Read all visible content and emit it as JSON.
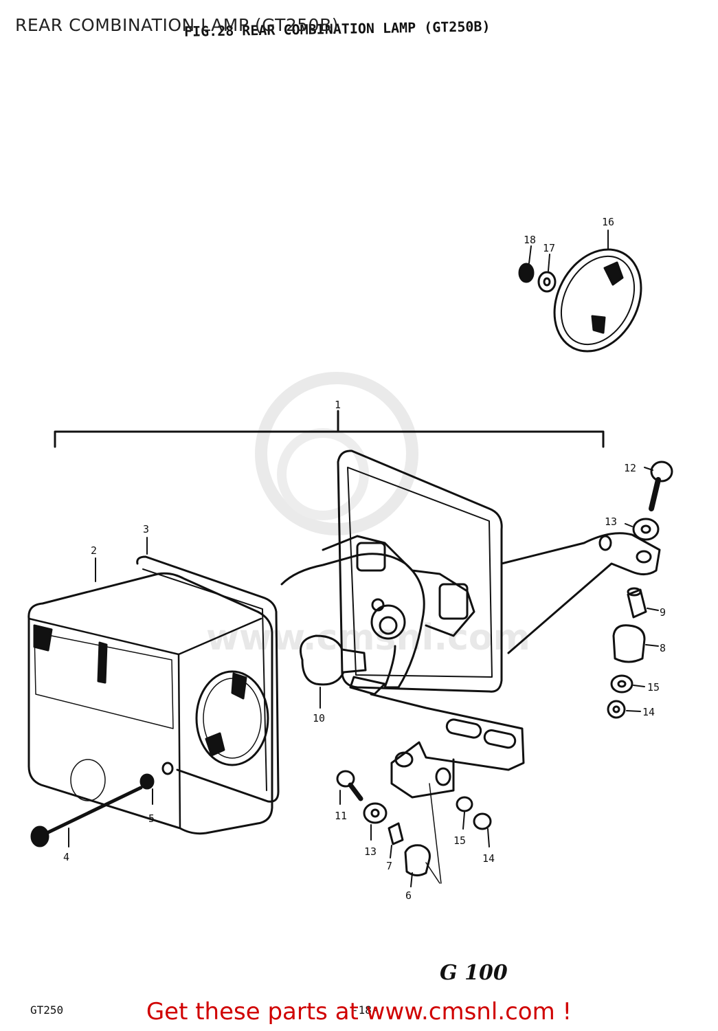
{
  "header": {
    "overlay_title": "REAR COMBINATION LAMP (GT250B)",
    "figure_title": "FIG.28  REAR COMBINATION LAMP (GT250B)"
  },
  "diagram": {
    "page_code": "G 100",
    "model_code": "GT250",
    "page_number": "-18-",
    "watermark": "www.cmsnl.com",
    "callouts": {
      "p1": "1",
      "p2": "2",
      "p3": "3",
      "p4": "4",
      "p5": "5",
      "p6": "6",
      "p7": "7",
      "p8": "8",
      "p9": "9",
      "p10": "10",
      "p11": "11",
      "p12": "12",
      "p13a": "13",
      "p13b": "13",
      "p14a": "14",
      "p14b": "14",
      "p15a": "15",
      "p15b": "15",
      "p16": "16",
      "p17": "17",
      "p18": "18"
    }
  },
  "footer": {
    "link_text": "Get these parts at www.cmsnl.com !"
  }
}
